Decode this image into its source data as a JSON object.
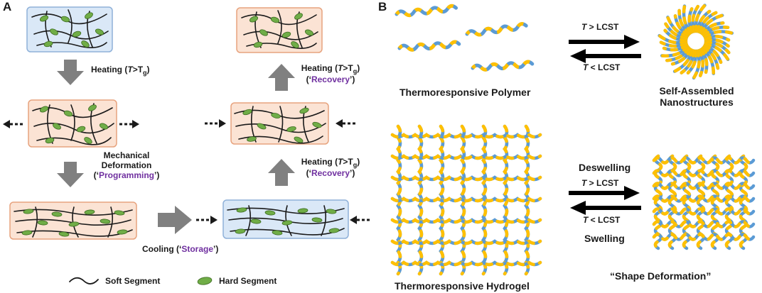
{
  "panels": {
    "a": "A",
    "b": "B"
  },
  "panel_a": {
    "step1": {
      "prefix": "Heating (",
      "t": "T",
      "rest": ">T",
      "sub": "g",
      "close": ")"
    },
    "step2": {
      "line1": "Mechanical",
      "line2": "Deformation",
      "open": "(‘",
      "word": "Programming",
      "close": "’)"
    },
    "step3": {
      "prefix": "Cooling (‘",
      "word": "Storage",
      "close": "’)"
    },
    "step4": {
      "prefix": "Heating (",
      "t": "T",
      "rest": ">T",
      "sub": "g",
      "close": ")",
      "open": "(‘",
      "word": "Recovery",
      "end": "’)"
    },
    "step5": {
      "prefix": "Heating (",
      "t": "T",
      "rest": ">T",
      "sub": "g",
      "close": ")",
      "open": "(‘",
      "word": "Recovery",
      "end": "’)"
    },
    "legend": {
      "soft": "Soft Segment",
      "hard": "Hard Segment"
    }
  },
  "panel_b": {
    "top_arrow_upper": {
      "t": "T",
      "rest": " > LCST"
    },
    "top_arrow_lower": {
      "t": "T",
      "rest": " < LCST"
    },
    "polymer_caption": "Thermoresponsive Polymer",
    "assembled_caption_1": "Self-Assembled",
    "assembled_caption_2": "Nanostructures",
    "deswelling": "Deswelling",
    "bottom_arrow_upper": {
      "t": "T",
      "rest": " > LCST"
    },
    "bottom_arrow_lower": {
      "t": "T",
      "rest": " < LCST"
    },
    "swelling": "Swelling",
    "hydrogel_caption": "Thermoresponsive Hydrogel",
    "shape_caption": "“Shape Deformation”"
  },
  "colors": {
    "blue_box": "#dae8f7",
    "blue_border": "#8fb1d9",
    "orange_box": "#fbe3d4",
    "orange_border": "#e7a37e",
    "hard_segment": "#70ad47",
    "polymer_blue": "#5b9bd5",
    "polymer_yellow": "#ffc000",
    "arrow_gray": "#808080",
    "label_purple": "#7030a0"
  }
}
